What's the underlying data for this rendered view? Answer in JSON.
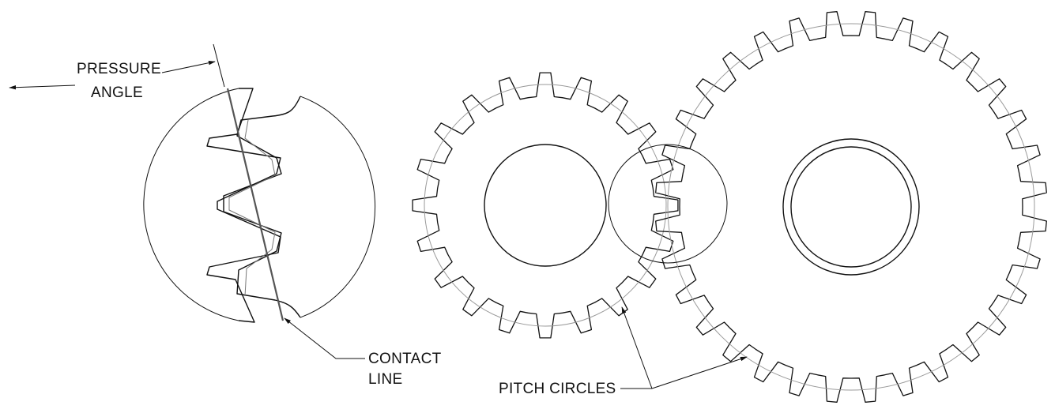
{
  "labels": {
    "pressure_angle": {
      "line1": "PRESSURE",
      "line2": "ANGLE"
    },
    "contact_line": {
      "line1": "CONTACT",
      "line2": "LINE"
    },
    "pitch_circles": "PITCH CIRCLES"
  },
  "gears": {
    "small_gear_teeth": 20,
    "large_gear_teeth": 32
  },
  "colors": {
    "line": "#111111",
    "pitch_circle": "#9a9a9a",
    "background": "#ffffff"
  }
}
